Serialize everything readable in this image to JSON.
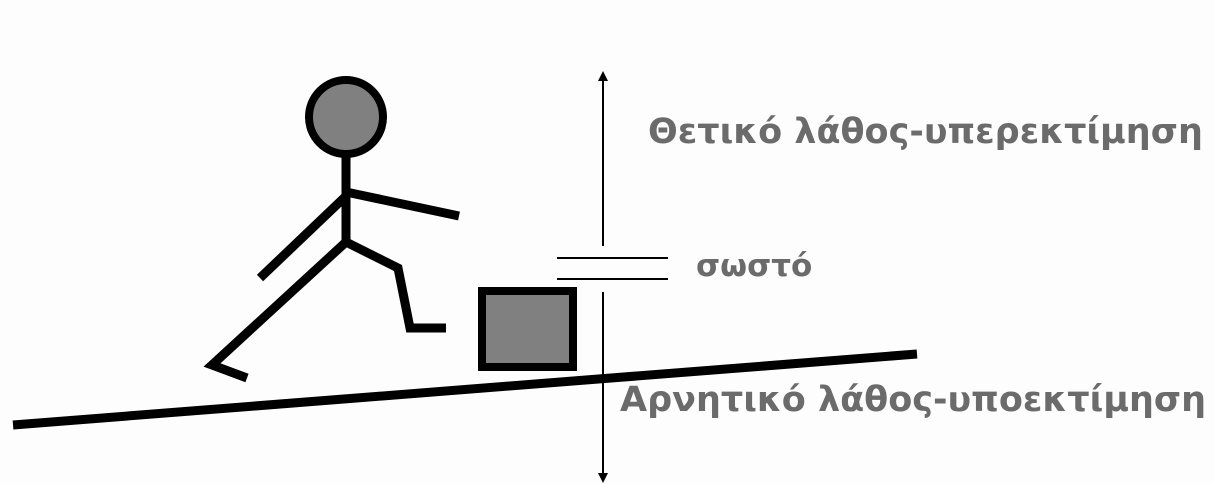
{
  "labels": {
    "positive_error": "Θετικό λάθος-υπερεκτίμηση",
    "correct": "σωστό",
    "negative_error": "Αρνητικό λάθος-υποεκτίμηση"
  },
  "colors": {
    "text": "#6b6b6b",
    "stroke": "#000000",
    "fill": "#808080",
    "background": "#fdfdfd"
  }
}
